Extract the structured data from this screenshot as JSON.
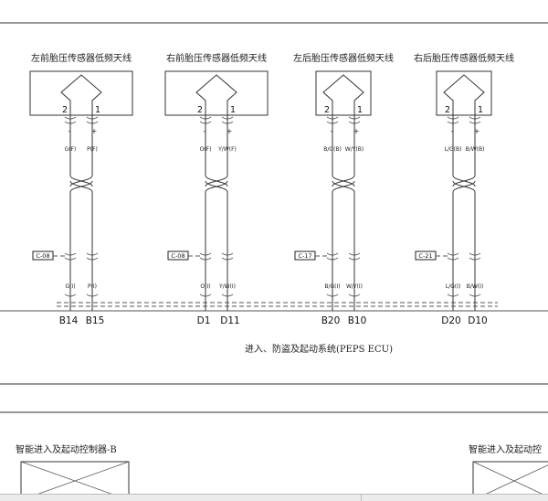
{
  "sensors": [
    {
      "title": "左前胎压传感器低频天线",
      "pin_left": "2",
      "pin_right": "1",
      "sign_left": "-",
      "sign_right": "+",
      "wire_top_left": "G(F)",
      "wire_top_right": "P(F)",
      "connector": "C-08",
      "wire_bot_left": "G(I)",
      "wire_bot_right": "P(I)",
      "term_left": "B14",
      "term_right": "B15"
    },
    {
      "title": "右前胎压传感器低频天线",
      "pin_left": "2",
      "pin_right": "1",
      "sign_left": "-",
      "sign_right": "+",
      "wire_top_left": "O(F)",
      "wire_top_right": "Y/W(F)",
      "connector": "C-08",
      "wire_bot_left": "O(I)",
      "wire_bot_right": "Y/W(I)",
      "term_left": "D1",
      "term_right": "D11"
    },
    {
      "title": "左后胎压传感器低频天线",
      "pin_left": "2",
      "pin_right": "1",
      "sign_left": "-",
      "sign_right": "+",
      "wire_top_left": "B/G(B)",
      "wire_top_right": "W/Y(B)",
      "connector": "C-17",
      "wire_bot_left": "B/G(I)",
      "wire_bot_right": "W/Y(I)",
      "term_left": "B20",
      "term_right": "B10"
    },
    {
      "title": "右后胎压传感器低频天线",
      "pin_left": "2",
      "pin_right": "1",
      "sign_left": "-",
      "sign_right": "+",
      "wire_top_left": "L/G(B)",
      "wire_top_right": "B/W(B)",
      "connector": "C-21",
      "wire_bot_left": "L/G(I)",
      "wire_bot_right": "B/W(I)",
      "term_left": "D20",
      "term_right": "D10"
    }
  ],
  "ecu_label": "进入、防盗及起动系统(PEPS ECU)",
  "lower_left_title": "智能进入及起动控制器-B",
  "lower_right_title": "智能进入及起动控"
}
